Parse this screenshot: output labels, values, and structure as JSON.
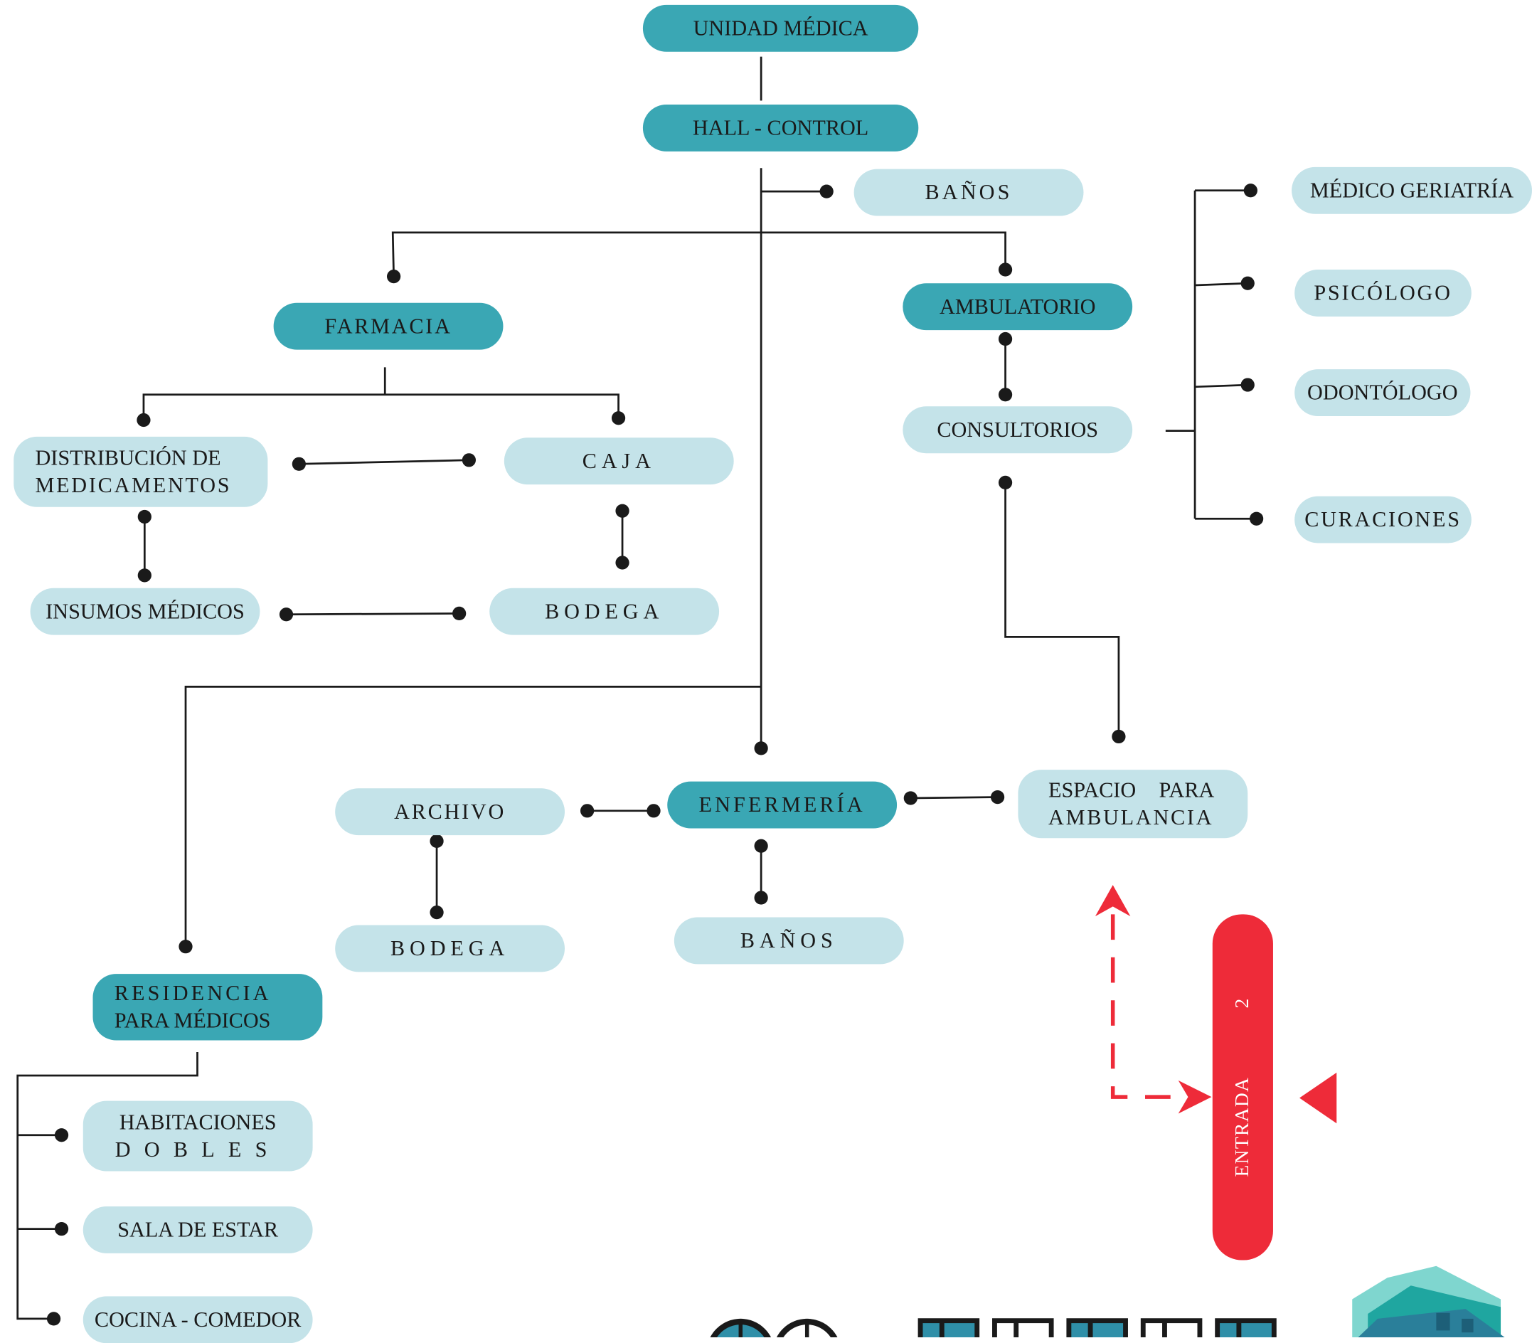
{
  "colors": {
    "dark_node": "#3aa7b4",
    "light_node": "#c4e3e9",
    "line": "#1a1a1a",
    "entrada": "#ee2b39"
  },
  "nodes": {
    "unidad_medica": "UNIDAD MÉDICA",
    "hall_control": "HALL - CONTROL",
    "banos_top": "BAÑOS",
    "farmacia": "FARMACIA",
    "ambulatorio": "AMBULATORIO",
    "consultorios": "CONSULTORIOS",
    "distribucion_line1": "DISTRIBUCIÓN DE",
    "distribucion_line2": "MEDICAMENTOS",
    "caja": "CAJA",
    "insumos_medicos": "INSUMOS MÉDICOS",
    "bodega_farmacia": "BODEGA",
    "medico_geriatria": "MÉDICO GERIATRÍA",
    "psicologo": "PSICÓLOGO",
    "odontologo": "ODONTÓLOGO",
    "curaciones": "CURACIONES",
    "archivo": "ARCHIVO",
    "enfermeria": "ENFERMERÍA",
    "espacio_line1": "ESPACIO PARA",
    "espacio_line2": "AMBULANCIA",
    "bodega_enfermeria": "BODEGA",
    "banos_bottom": "BAÑOS",
    "residencia_line1": "RESIDENCIA",
    "residencia_line2": "PARA MÉDICOS",
    "habitaciones_line1": "HABITACIONES",
    "habitaciones_line2": "DOBLES",
    "sala_de_estar": "SALA DE ESTAR",
    "cocina_comedor": "COCINA - COMEDOR"
  },
  "entrada": {
    "label": "ENTRADA",
    "number": "2"
  }
}
